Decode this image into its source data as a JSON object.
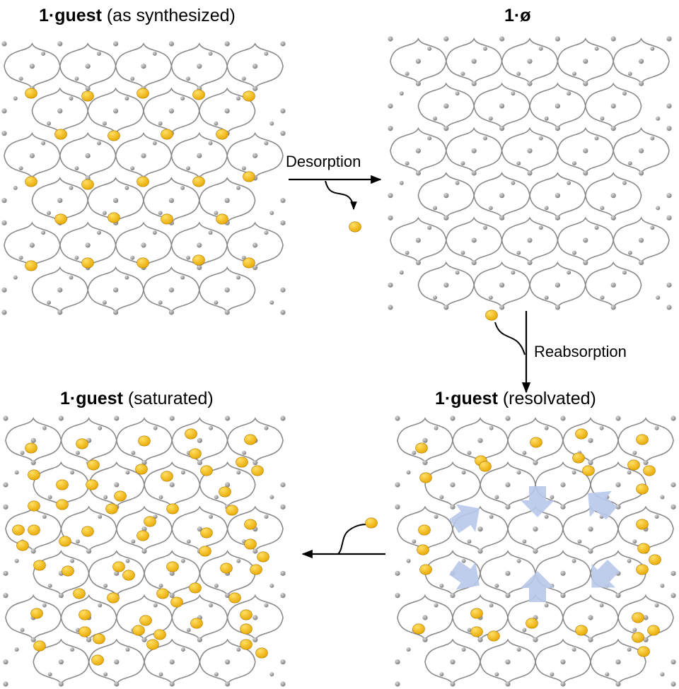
{
  "panels": {
    "synthesized": {
      "title_bold": "1·guest",
      "title_rest": " (as synthesized)"
    },
    "empty": {
      "title_bold": "1·ø",
      "title_rest": ""
    },
    "resolvated": {
      "title_bold": "1·guest",
      "title_rest": " (resolvated)"
    },
    "saturated": {
      "title_bold": "1·guest",
      "title_rest": " (saturated)"
    }
  },
  "steps": {
    "desorption": "Desorption",
    "reabsorption": "Reabsorption"
  },
  "colors": {
    "framework": "#8a8a8a",
    "node": "#9a9a9a",
    "guest": "#e8a800",
    "guest_highlight": "#ffe066",
    "distortion_arrow": "#b8c8ea"
  }
}
